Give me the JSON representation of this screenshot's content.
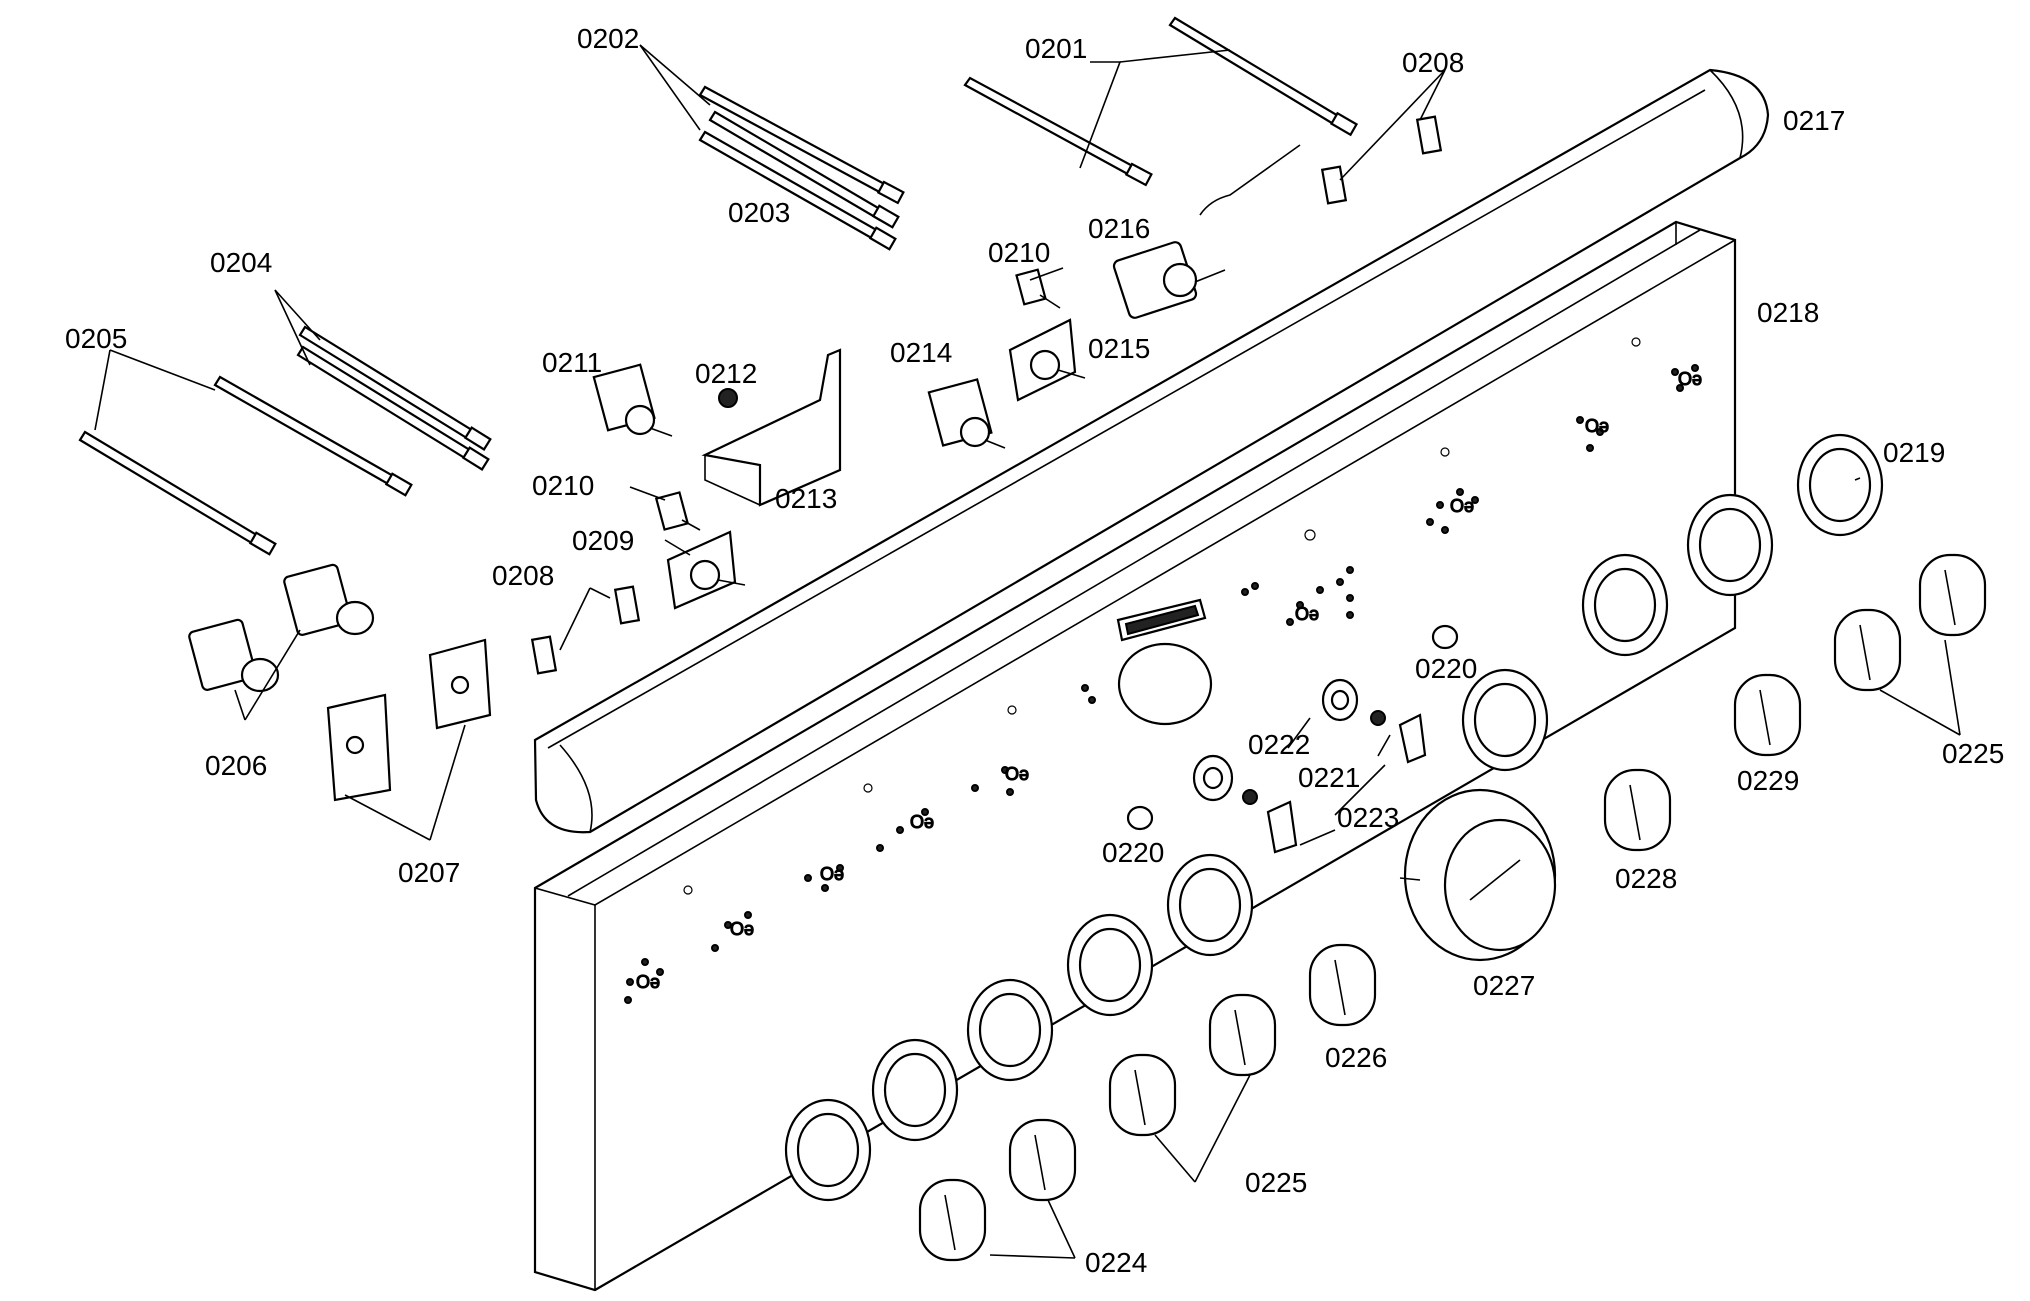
{
  "labels": {
    "l0201": "0201",
    "l0202": "0202",
    "l0203": "0203",
    "l0204": "0204",
    "l0205": "0205",
    "l0206": "0206",
    "l0207": "0207",
    "l0208a": "0208",
    "l0208b": "0208",
    "l0209": "0209",
    "l0210a": "0210",
    "l0210b": "0210",
    "l0211": "0211",
    "l0212": "0212",
    "l0213": "0213",
    "l0214": "0214",
    "l0215": "0215",
    "l0216": "0216",
    "l0217": "0217",
    "l0218": "0218",
    "l0219": "0219",
    "l0220a": "0220",
    "l0220b": "0220",
    "l0221": "0221",
    "l0222": "0222",
    "l0223": "0223",
    "l0224": "0224",
    "l0225a": "0225",
    "l0225b": "0225",
    "l0226": "0226",
    "l0227": "0227",
    "l0228": "0228",
    "l0229": "0229"
  },
  "colors": {
    "line": "#000000",
    "background": "#ffffff"
  }
}
